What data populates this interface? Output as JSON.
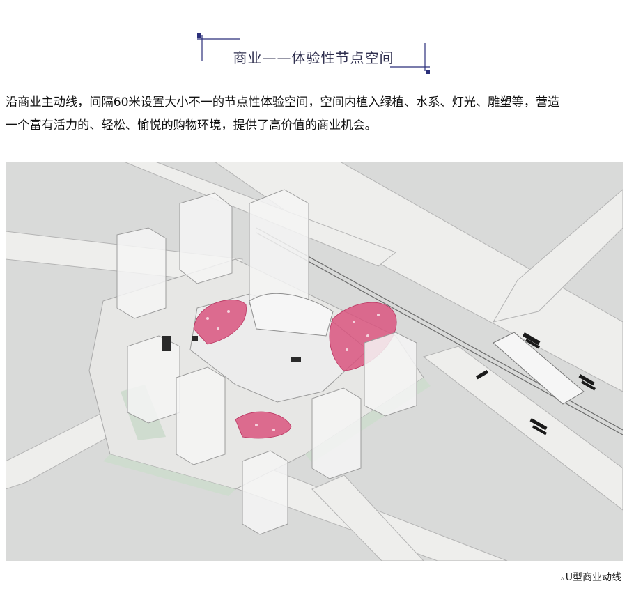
{
  "heading": {
    "title": "商业——体验性节点空间",
    "accent_color": "#2b2f7a"
  },
  "body": {
    "paragraph_lines": [
      "沿商业主动线，间隔60米设置大小不一的节点性体验空间，空间内植入绿植、水系、灯光、雕塑等，营造",
      "一个富有活力的、轻松、愉悦的购物环境，提供了高价值的商业机会。"
    ]
  },
  "diagram": {
    "colors": {
      "ground": "#d9dad9",
      "road": "#eeeeec",
      "building": "#f4f4f4",
      "green": "#cfdccf",
      "plaza": "#ececec",
      "node": "#d9557f"
    }
  },
  "caption": {
    "marker": "▵",
    "text": "U型商业动线"
  }
}
